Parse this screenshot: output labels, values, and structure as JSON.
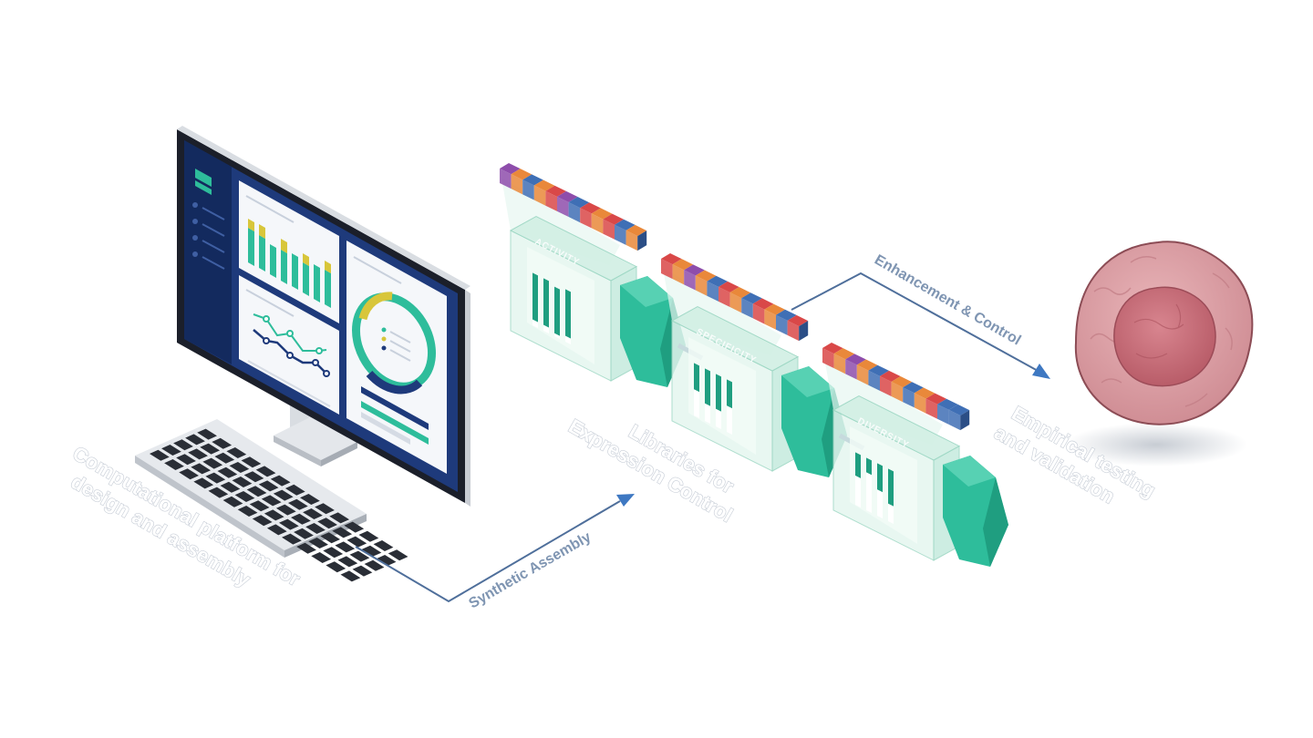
{
  "labels": {
    "platform_line1": "Computational platform for",
    "platform_line2": "design and assembly",
    "libraries_line1": "Libraries for",
    "libraries_line2": "Expression Control",
    "testing_line1": "Empirical testing",
    "testing_line2": "and validation"
  },
  "flows": {
    "synthetic_assembly": "Synthetic Assembly",
    "enhancement_control": "Enhancement & Control"
  },
  "modules": [
    {
      "name": "ACTIVITY"
    },
    {
      "name": "SPECIFICITY"
    },
    {
      "name": "DIVERSITY"
    }
  ],
  "colors": {
    "teal": "#2ebd9b",
    "teal_dark": "#1f9e80",
    "navy": "#1e3a7b",
    "arrow": "#4f6f9b",
    "label_outline": "#c9cfd8",
    "cell": "#d69aa0",
    "nucleus": "#c56e79",
    "block_palette": [
      "#8e4dab",
      "#e9883a",
      "#3f6fb5",
      "#d94848"
    ]
  }
}
